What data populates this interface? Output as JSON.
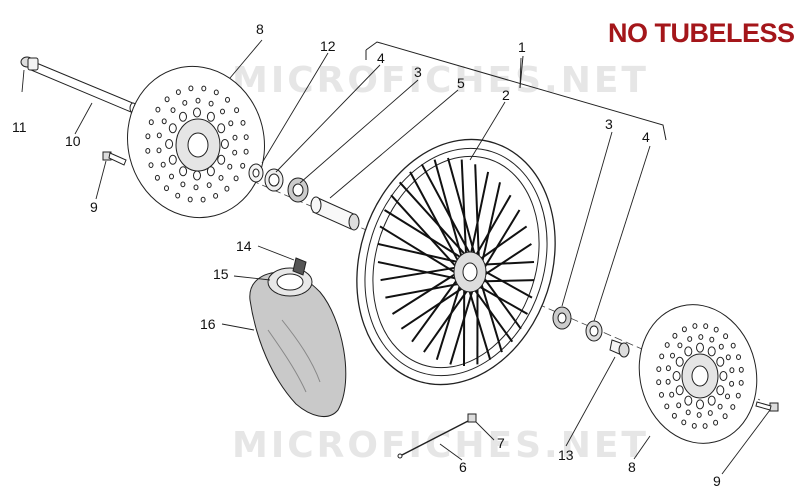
{
  "badge": {
    "text": "NO TUBELESS",
    "color": "#a4161a"
  },
  "watermark": "MICROFICHES.NET",
  "callouts": {
    "c1": "1",
    "c2": "2",
    "c3a": "3",
    "c3b": "3",
    "c4a": "4",
    "c4b": "4",
    "c5": "5",
    "c6": "6",
    "c7": "7",
    "c8a": "8",
    "c8b": "8",
    "c9a": "9",
    "c9b": "9",
    "c10": "10",
    "c11": "11",
    "c12": "12",
    "c13": "13",
    "c14": "14",
    "c15": "15",
    "c16": "16"
  }
}
